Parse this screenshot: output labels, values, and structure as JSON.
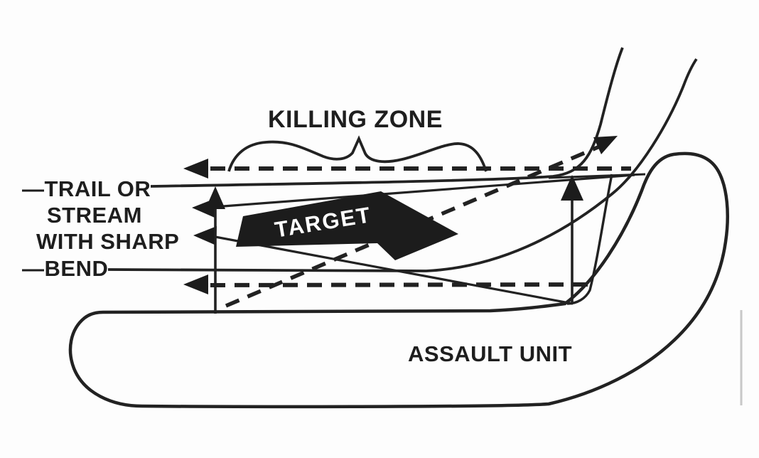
{
  "figure": {
    "background_color": "#fdfdfd",
    "ink_color": "#222222",
    "target_arrow_fill": "#1c1c1c",
    "target_text_color": "#ffffff"
  },
  "labels": {
    "killing_zone": "KILLING ZONE",
    "trail_label": {
      "line1": "—TRAIL OR",
      "line2": "STREAM",
      "line3": "WITH SHARP",
      "line4": "—BEND"
    },
    "target": "TARGET",
    "assault_unit": "ASSAULT UNIT"
  }
}
